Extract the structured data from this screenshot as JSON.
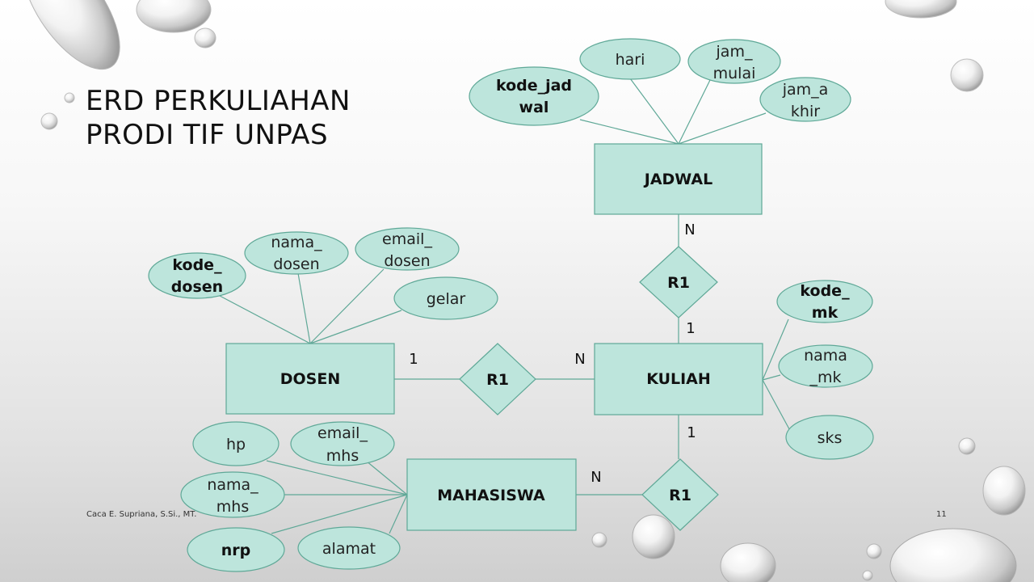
{
  "slide": {
    "title_lines": [
      "ERD PERKULIAHAN",
      "PRODI TIF UNPAS"
    ],
    "footer_author": "Caca E. Supriana, S.Si., MT.",
    "page_number": "11"
  },
  "colors": {
    "shape_fill": "#bde5dc",
    "shape_stroke": "#5fa897",
    "connector": "#5fa897"
  },
  "entities": {
    "jadwal": "JADWAL",
    "dosen": "DOSEN",
    "kuliah": "KULIAH",
    "mahasiswa": "MAHASISWA"
  },
  "relationships": {
    "jadwal_kuliah": "R1",
    "dosen_kuliah": "R1",
    "kuliah_mahasiswa": "R1"
  },
  "cardinalities": {
    "jadwal_side": "N",
    "kuliah_to_jadwal": "1",
    "dosen_side": "1",
    "kuliah_to_dosen": "N",
    "kuliah_to_mahasiswa": "1",
    "mahasiswa_side": "N"
  },
  "attributes": {
    "kode_jadwal": {
      "lines": [
        "kode_jad",
        "wal"
      ],
      "key": true
    },
    "hari": {
      "lines": [
        "hari"
      ],
      "key": false
    },
    "jam_mulai": {
      "lines": [
        "jam_",
        "mulai"
      ],
      "key": false
    },
    "jam_akhir": {
      "lines": [
        "jam_a",
        "khir"
      ],
      "key": false
    },
    "kode_dosen": {
      "lines": [
        "kode_",
        "dosen"
      ],
      "key": true
    },
    "nama_dosen": {
      "lines": [
        "nama_",
        "dosen"
      ],
      "key": false
    },
    "email_dosen": {
      "lines": [
        "email_",
        "dosen"
      ],
      "key": false
    },
    "gelar": {
      "lines": [
        "gelar"
      ],
      "key": false
    },
    "kode_mk": {
      "lines": [
        "kode_",
        "mk"
      ],
      "key": true
    },
    "nama_mk": {
      "lines": [
        "nama",
        "_mk"
      ],
      "key": false
    },
    "sks": {
      "lines": [
        "sks"
      ],
      "key": false
    },
    "hp": {
      "lines": [
        "hp"
      ],
      "key": false
    },
    "email_mhs": {
      "lines": [
        "email_",
        "mhs"
      ],
      "key": false
    },
    "nama_mhs": {
      "lines": [
        "nama_",
        "mhs"
      ],
      "key": false
    },
    "nrp": {
      "lines": [
        "nrp"
      ],
      "key": true
    },
    "alamat": {
      "lines": [
        "alamat"
      ],
      "key": false
    }
  }
}
